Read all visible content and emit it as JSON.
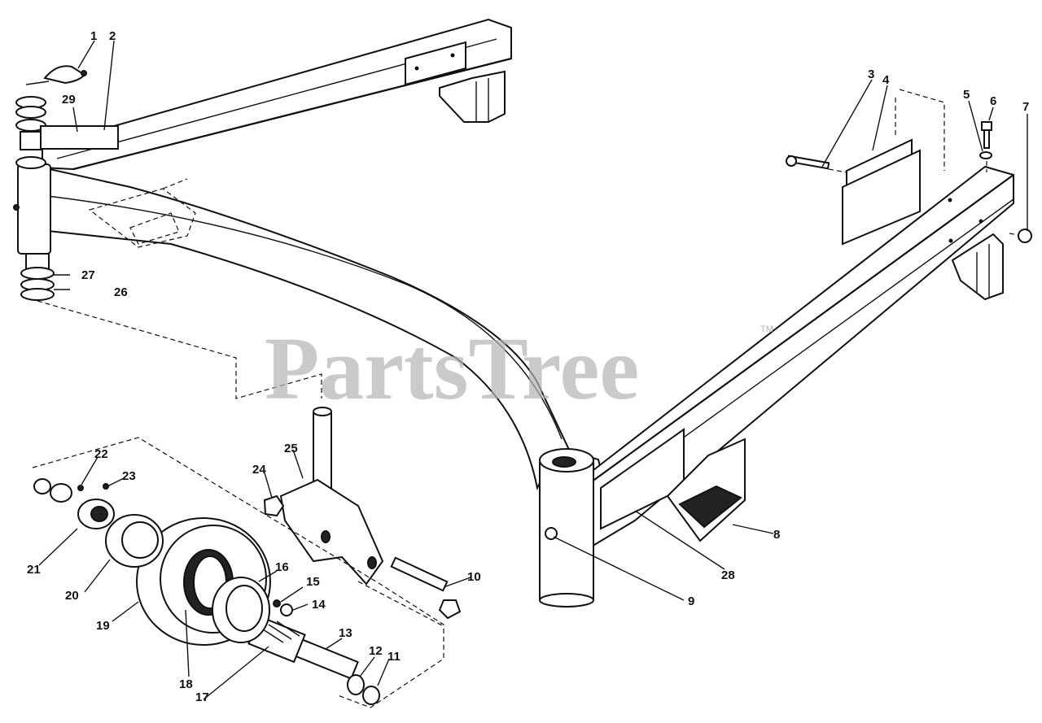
{
  "watermark": {
    "text": "PartsTree",
    "trademark": "TM"
  },
  "callouts": [
    {
      "id": "c1",
      "label": "1"
    },
    {
      "id": "c2",
      "label": "2"
    },
    {
      "id": "c3",
      "label": "3"
    },
    {
      "id": "c4",
      "label": "4"
    },
    {
      "id": "c5",
      "label": "5"
    },
    {
      "id": "c6",
      "label": "6"
    },
    {
      "id": "c7",
      "label": "7"
    },
    {
      "id": "c8",
      "label": "8"
    },
    {
      "id": "c9",
      "label": "9"
    },
    {
      "id": "c10",
      "label": "10"
    },
    {
      "id": "c11",
      "label": "11"
    },
    {
      "id": "c12",
      "label": "12"
    },
    {
      "id": "c13",
      "label": "13"
    },
    {
      "id": "c14",
      "label": "14"
    },
    {
      "id": "c15",
      "label": "15"
    },
    {
      "id": "c16",
      "label": "16"
    },
    {
      "id": "c17",
      "label": "17"
    },
    {
      "id": "c18",
      "label": "18"
    },
    {
      "id": "c19",
      "label": "19"
    },
    {
      "id": "c20",
      "label": "20"
    },
    {
      "id": "c21",
      "label": "21"
    },
    {
      "id": "c22",
      "label": "22"
    },
    {
      "id": "c23",
      "label": "23"
    },
    {
      "id": "c24",
      "label": "24"
    },
    {
      "id": "c25",
      "label": "25"
    },
    {
      "id": "c26",
      "label": "26"
    },
    {
      "id": "c27",
      "label": "27"
    },
    {
      "id": "c28",
      "label": "28"
    },
    {
      "id": "c29",
      "label": "29"
    }
  ]
}
